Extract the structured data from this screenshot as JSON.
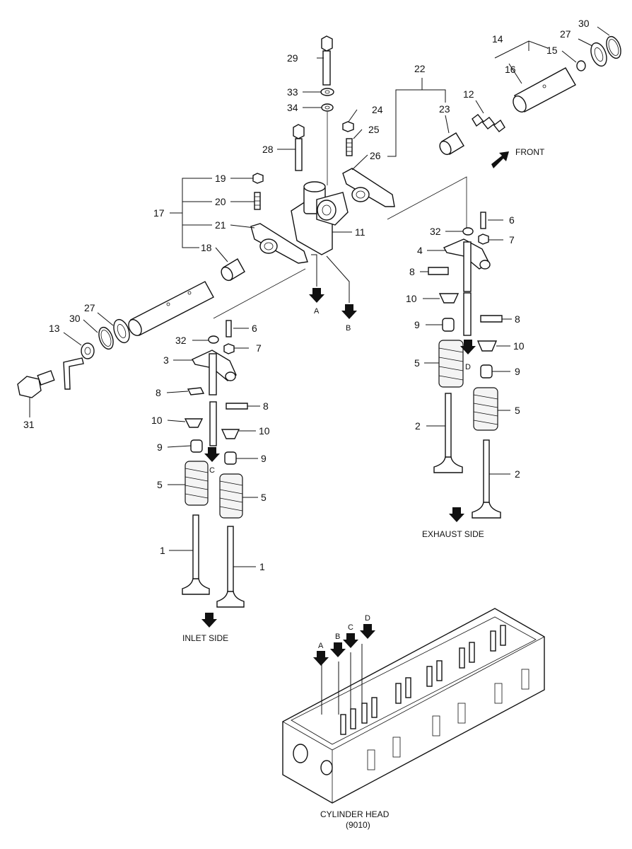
{
  "callouts": {
    "c1a": "1",
    "c1b": "1",
    "c2a": "2",
    "c2b": "2",
    "c3": "3",
    "c4": "4",
    "c5a": "5",
    "c5b": "5",
    "c5c": "5",
    "c5d": "5",
    "c6a": "6",
    "c6b": "6",
    "c7a": "7",
    "c7b": "7",
    "c8a": "8",
    "c8b": "8",
    "c8c": "8",
    "c8d": "8",
    "c9a": "9",
    "c9b": "9",
    "c9c": "9",
    "c9d": "9",
    "c10a": "10",
    "c10b": "10",
    "c10c": "10",
    "c10d": "10",
    "c11": "11",
    "c12": "12",
    "c13": "13",
    "c14": "14",
    "c15": "15",
    "c16": "16",
    "c17": "17",
    "c18": "18",
    "c19": "19",
    "c20": "20",
    "c21": "21",
    "c22": "22",
    "c23": "23",
    "c24": "24",
    "c25": "25",
    "c26": "26",
    "c27a": "27",
    "c27b": "27",
    "c28": "28",
    "c29": "29",
    "c30a": "30",
    "c30b": "30",
    "c31": "31",
    "c32a": "32",
    "c32b": "32",
    "c33": "33",
    "c34": "34"
  },
  "arrows": {
    "a": "A",
    "b": "B",
    "c": "C",
    "d": "D",
    "ha": "A",
    "hb": "B",
    "hc": "C",
    "hd": "D"
  },
  "labels": {
    "front": "FRONT",
    "inlet_side": "INLET SIDE",
    "exhaust_side": "EXHAUST SIDE",
    "cylinder_head": "CYLINDER HEAD",
    "cylinder_head_code": "(9010)"
  }
}
